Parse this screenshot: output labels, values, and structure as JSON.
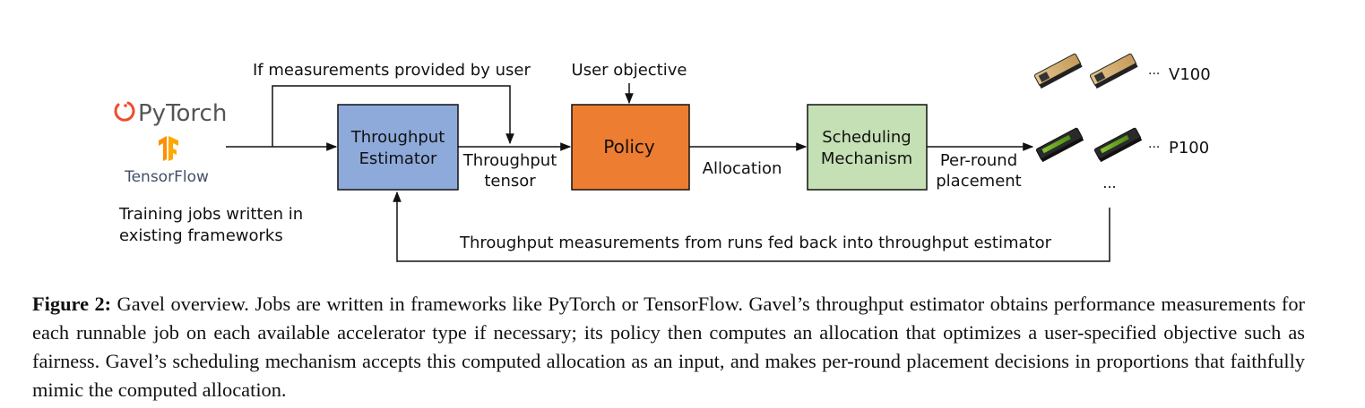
{
  "frameworks": {
    "pytorch_label": "PyTorch",
    "tensorflow_label": "TensorFlow",
    "note_line1": "Training jobs written in",
    "note_line2": "existing frameworks"
  },
  "labels": {
    "if_measurements": "If measurements provided by user",
    "user_objective": "User objective",
    "throughput_tensor_line1": "Throughput",
    "throughput_tensor_line2": "tensor",
    "allocation": "Allocation",
    "per_round_line1": "Per-round",
    "per_round_line2": "placement",
    "feedback": "Throughput measurements from runs fed back into throughput estimator"
  },
  "boxes": {
    "estimator_line1": "Throughput",
    "estimator_line2": "Estimator",
    "policy": "Policy",
    "mechanism_line1": "Scheduling",
    "mechanism_line2": "Mechanism"
  },
  "gpus": {
    "v100_label": "V100",
    "p100_label": "P100",
    "dots": "···",
    "more": "..."
  },
  "colors": {
    "estimator_fill": "#8eaadb",
    "policy_fill": "#ed7d31",
    "mechanism_fill": "#c5e0b4",
    "pytorch_orange": "#ee4c2c",
    "tensorflow_orange": "#ff8f00",
    "tensorflow_text": "#425066"
  },
  "caption": {
    "label": "Figure 2:",
    "text": " Gavel overview. Jobs are written in frameworks like PyTorch or TensorFlow. Gavel’s throughput estimator obtains performance measurements for each runnable job on each available accelerator type if necessary; its policy then computes an allocation that optimizes a user-specified objective such as fairness. Gavel’s scheduling mechanism accepts this computed allocation as an input, and makes per-round placement decisions in proportions that faithfully mimic the computed allocation."
  }
}
